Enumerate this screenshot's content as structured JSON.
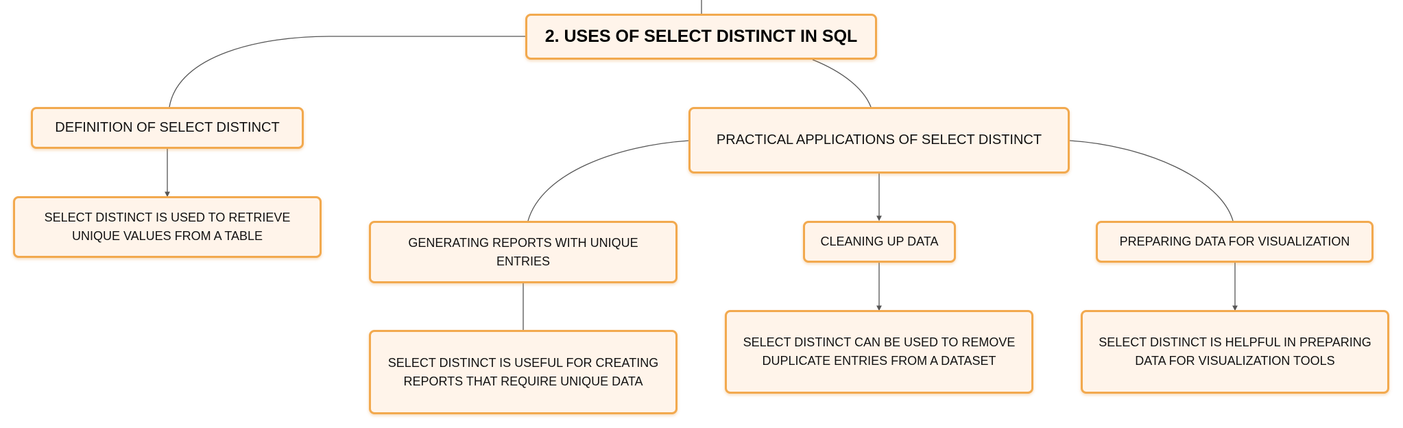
{
  "diagram": {
    "root": {
      "label": "2. USES OF SELECT DISTINCT IN SQL"
    },
    "definition": {
      "label": "DEFINITION OF SELECT DISTINCT",
      "detail": "SELECT DISTINCT IS USED TO RETRIEVE UNIQUE VALUES FROM A TABLE"
    },
    "practical": {
      "label": "PRACTICAL APPLICATIONS OF SELECT DISTINCT",
      "children": [
        {
          "label": "GENERATING REPORTS WITH UNIQUE ENTRIES",
          "detail": "SELECT DISTINCT IS USEFUL FOR CREATING REPORTS THAT REQUIRE UNIQUE DATA"
        },
        {
          "label": "CLEANING UP DATA",
          "detail": "SELECT DISTINCT CAN BE USED TO REMOVE DUPLICATE ENTRIES FROM A DATASET"
        },
        {
          "label": "PREPARING DATA FOR VISUALIZATION",
          "detail": "SELECT DISTINCT IS HELPFUL IN PREPARING DATA FOR VISUALIZATION TOOLS"
        }
      ]
    },
    "colors": {
      "node_fill": "#fff4ea",
      "node_border": "#f2a94e",
      "connector": "#555555"
    }
  }
}
